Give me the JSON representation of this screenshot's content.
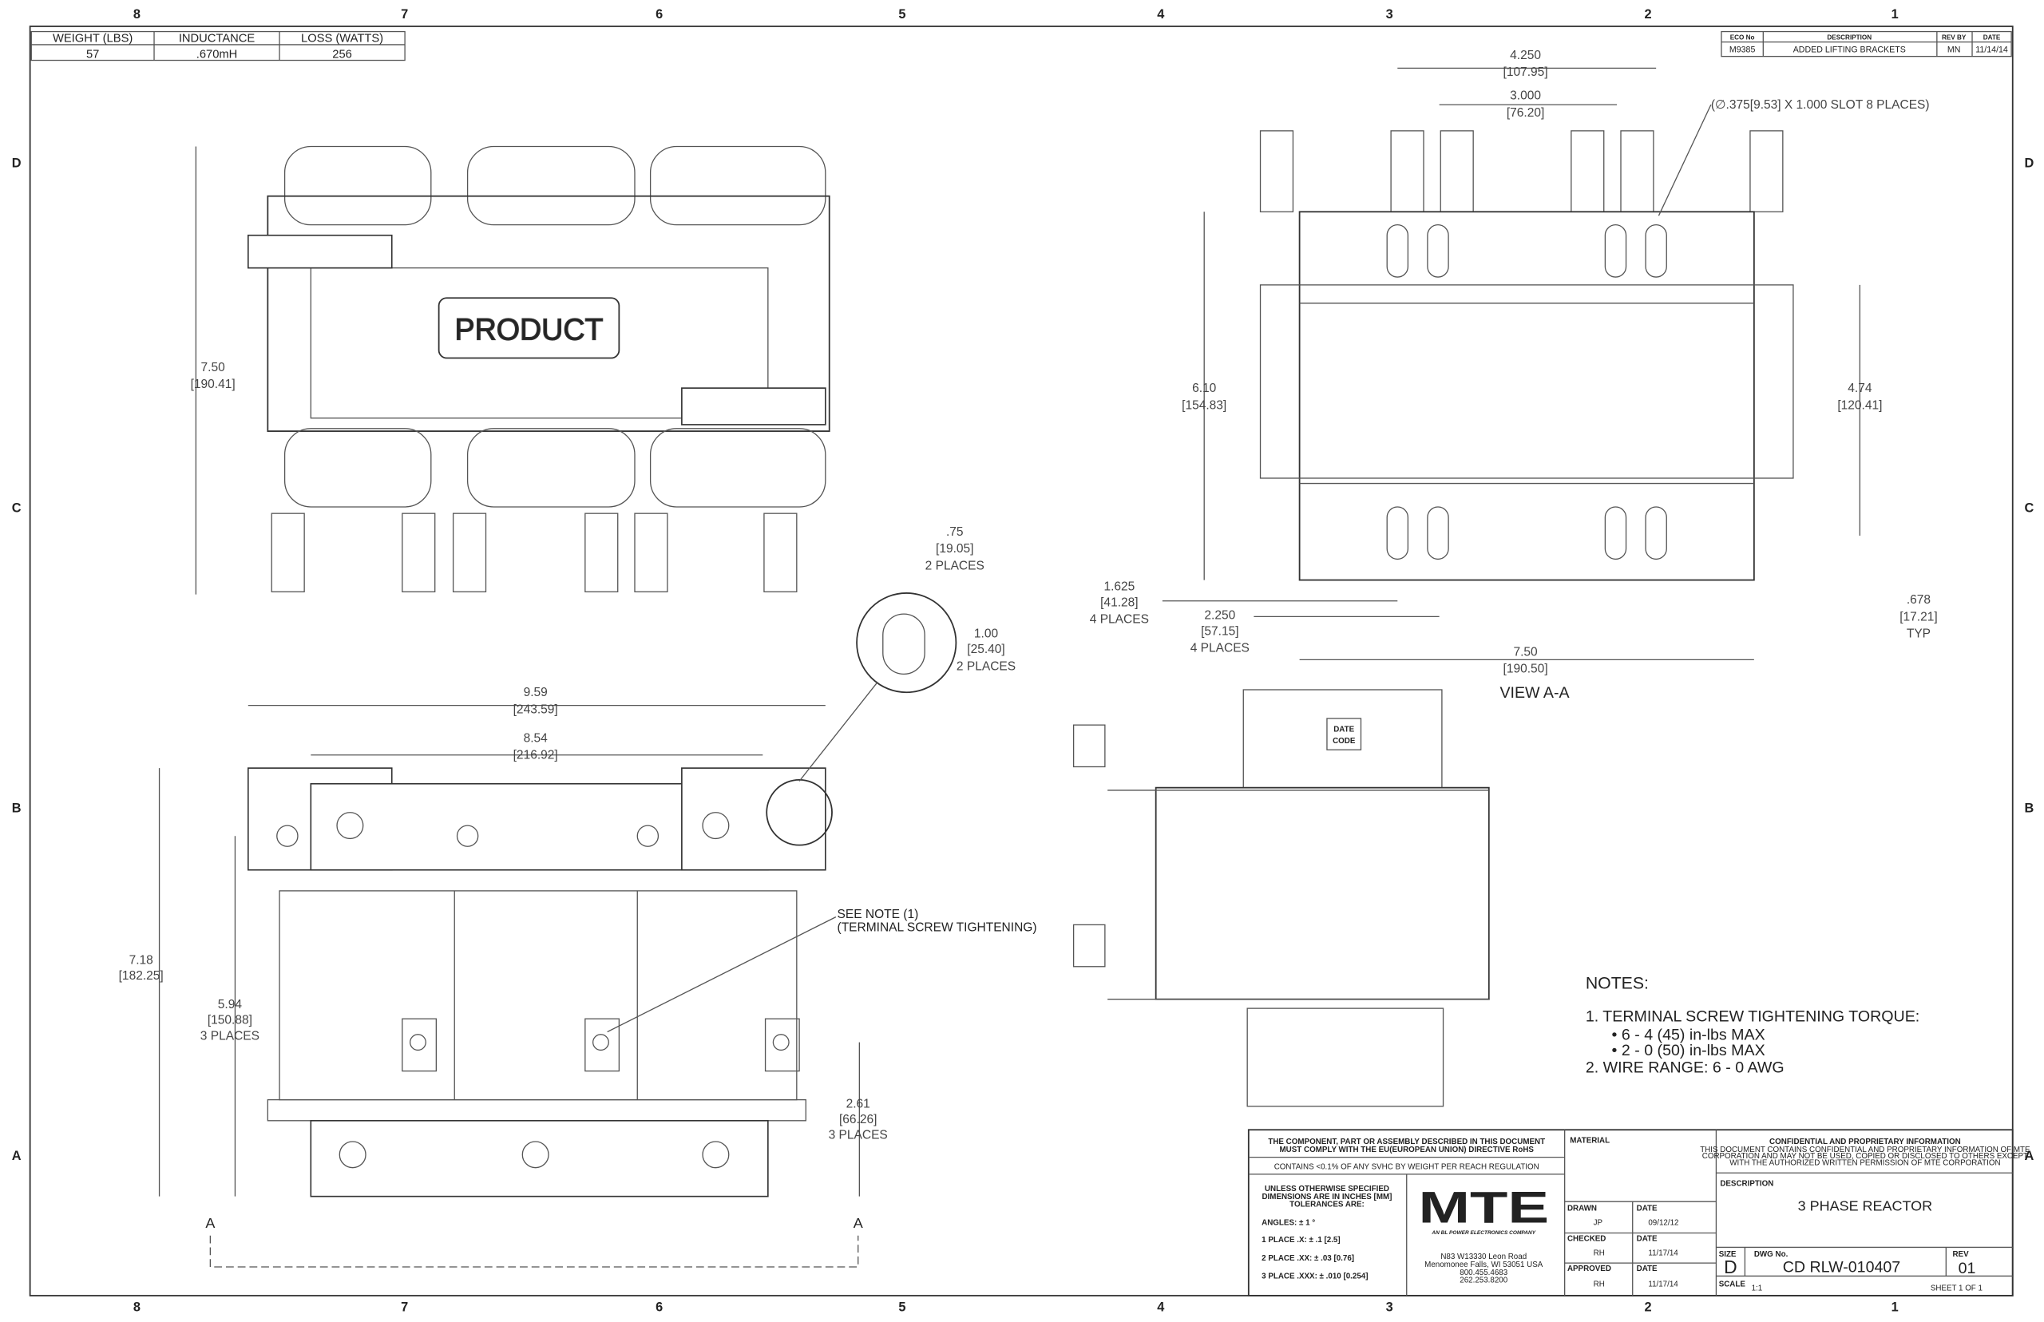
{
  "zones": {
    "columns": [
      "8",
      "7",
      "6",
      "5",
      "4",
      "3",
      "2",
      "1"
    ],
    "rows": [
      "D",
      "C",
      "B",
      "A"
    ]
  },
  "spec_table": {
    "headers": [
      "WEIGHT (LBS)",
      "INDUCTANCE",
      "LOSS (WATTS)"
    ],
    "values": [
      "57",
      ".670mH",
      "256"
    ]
  },
  "revision": {
    "headers": [
      "ECO No",
      "DESCRIPTION",
      "REV BY",
      "DATE"
    ],
    "row": [
      "M9385",
      "ADDED LIFTING BRACKETS",
      "MN",
      "11/14/14"
    ]
  },
  "front_view": {
    "label": "PRODUCT",
    "dim_height": [
      "7.50",
      "[190.41]"
    ]
  },
  "side_view": {
    "dim_width": [
      "9.59",
      "[243.59]"
    ],
    "dim_inner": [
      "8.54",
      "[216.92]"
    ],
    "dim_height": [
      "7.18",
      "[182.25]"
    ],
    "dim_terminal": [
      "5.94",
      "[150.88]",
      "3 PLACES"
    ],
    "dim_base": [
      "2.61",
      "[66.26]",
      "3 PLACES"
    ],
    "callout": [
      "SEE NOTE (1)",
      "(TERMINAL SCREW TIGHTENING)"
    ],
    "section_mark": "A",
    "detail_slot_w": [
      ".75",
      "[19.05]",
      "2 PLACES"
    ],
    "detail_slot_h": [
      "1.00",
      "[25.40]",
      "2 PLACES"
    ]
  },
  "view_aa": {
    "title": "VIEW A-A",
    "dim_425": [
      "4.250",
      "[107.95]"
    ],
    "dim_300": [
      "3.000",
      "[76.20]"
    ],
    "slot_note": "(∅.375[9.53] X 1.000 SLOT 8 PLACES)",
    "dim_610": [
      "6.10",
      "[154.83]"
    ],
    "dim_474": [
      "4.74",
      "[120.41]"
    ],
    "dim_1625": [
      "1.625",
      "[41.28]",
      "4 PLACES"
    ],
    "dim_2250": [
      "2.250",
      "[57.15]",
      "4 PLACES"
    ],
    "dim_750": [
      "7.50",
      "[190.50]"
    ],
    "dim_678": [
      ".678",
      "[17.21]",
      "TYP"
    ]
  },
  "end_view": {
    "date_code": [
      "DATE",
      "CODE"
    ]
  },
  "notes": {
    "title": "NOTES:",
    "items": [
      "1.  TERMINAL SCREW TIGHTENING TORQUE:",
      "•   6 - 4 (45) in-lbs MAX",
      "•   2 - 0 (50) in-lbs MAX",
      "2.  WIRE RANGE: 6 - 0 AWG"
    ]
  },
  "title_block": {
    "rohs": [
      "THE COMPONENT, PART OR ASSEMBLY DESCRIBED IN THIS DOCUMENT",
      "MUST COMPLY WITH THE EU(EUROPEAN UNION) DIRECTIVE RoHS"
    ],
    "reach": "CONTAINS <0.1% OF ANY SVHC BY WEIGHT PER REACH REGULATION",
    "tolerance": [
      "UNLESS OTHERWISE SPECIFIED",
      "DIMENSIONS ARE IN INCHES [MM]",
      "TOLERANCES ARE:",
      "ANGLES: ± 1 °",
      "1 PLACE .X: ± .1 [2.5]",
      "2 PLACE .XX: ± .03 [0.76]",
      "3 PLACE .XXX: ± .010 [0.254]"
    ],
    "logo": "MTE",
    "logo_sub": "AN BL POWER ELECTRONICS COMPANY",
    "address": [
      "N83 W13330 Leon Road",
      "Menomonee Falls, WI 53051 USA",
      "800.455.4683",
      "262.253.8200"
    ],
    "material_label": "MATERIAL",
    "drawn": {
      "label": "DRAWN",
      "by": "JP",
      "date_label": "DATE",
      "date": "09/12/12"
    },
    "checked": {
      "label": "CHECKED",
      "by": "RH",
      "date_label": "DATE",
      "date": "11/17/14"
    },
    "approved": {
      "label": "APPROVED",
      "by": "RH",
      "date_label": "DATE",
      "date": "11/17/14"
    },
    "confidential": [
      "CONFIDENTIAL AND PROPRIETARY INFORMATION",
      "THIS DOCUMENT CONTAINS CONFIDENTIAL AND PROPRIETARY INFORMATION OF MTE",
      "CORPORATION AND MAY NOT BE USED, COPIED OR DISCLOSED TO OTHERS EXCEPT",
      "WITH THE AUTHORIZED WRITTEN PERMISSION OF MTE CORPORATION"
    ],
    "description_label": "DESCRIPTION",
    "description": "3 PHASE REACTOR",
    "size_label": "SIZE",
    "size": "D",
    "dwg_label": "DWG No.",
    "dwg": "CD RLW-010407",
    "rev_label": "REV",
    "rev": "01",
    "scale_label": "SCALE",
    "scale": "1:1",
    "sheet": "SHEET 1  OF 1"
  }
}
